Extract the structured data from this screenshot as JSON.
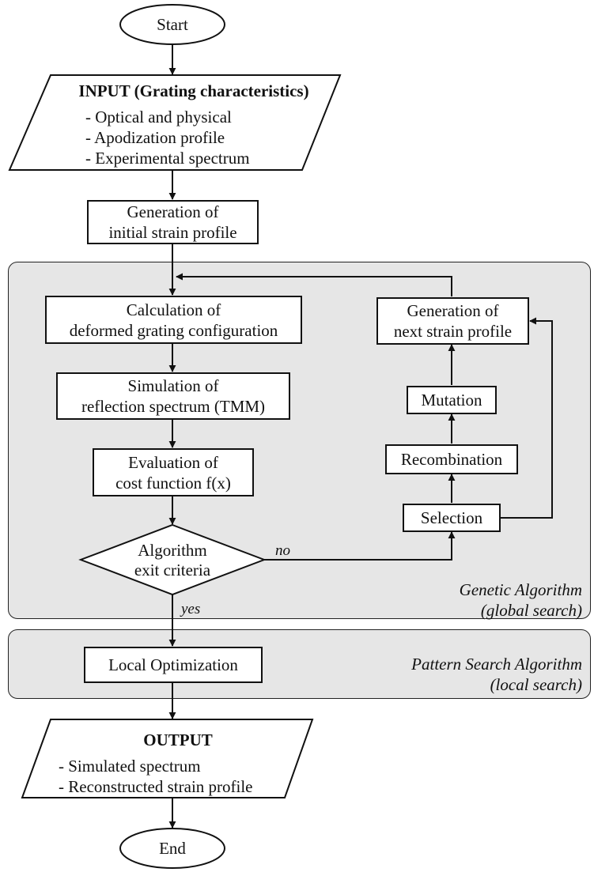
{
  "start": {
    "label": "Start"
  },
  "input": {
    "title": "INPUT (Grating characteristics)",
    "items": [
      "- Optical and physical",
      "- Apodization profile",
      "- Experimental spectrum"
    ]
  },
  "initial": {
    "line1": "Generation of",
    "line2": "initial strain profile"
  },
  "ga_panel": {
    "label_line1": "Genetic Algorithm",
    "label_line2": "(global search)"
  },
  "calc": {
    "line1": "Calculation of",
    "line2": "deformed grating configuration"
  },
  "sim": {
    "line1": "Simulation of",
    "line2": "reflection spectrum (TMM)"
  },
  "eval": {
    "line1": "Evaluation of",
    "line2": "cost function f(x)"
  },
  "decision": {
    "line1": "Algorithm",
    "line2": "exit criteria",
    "no": "no",
    "yes": "yes"
  },
  "next": {
    "line1": "Generation of",
    "line2": "next strain profile"
  },
  "mutation": {
    "label": "Mutation"
  },
  "recombination": {
    "label": "Recombination"
  },
  "selection": {
    "label": "Selection"
  },
  "ps_panel": {
    "label_line1": "Pattern Search Algorithm",
    "label_line2": "(local search)"
  },
  "local": {
    "label": "Local Optimization"
  },
  "output": {
    "title": "OUTPUT",
    "items": [
      "- Simulated spectrum",
      "- Reconstructed strain profile"
    ]
  },
  "end": {
    "label": "End"
  }
}
